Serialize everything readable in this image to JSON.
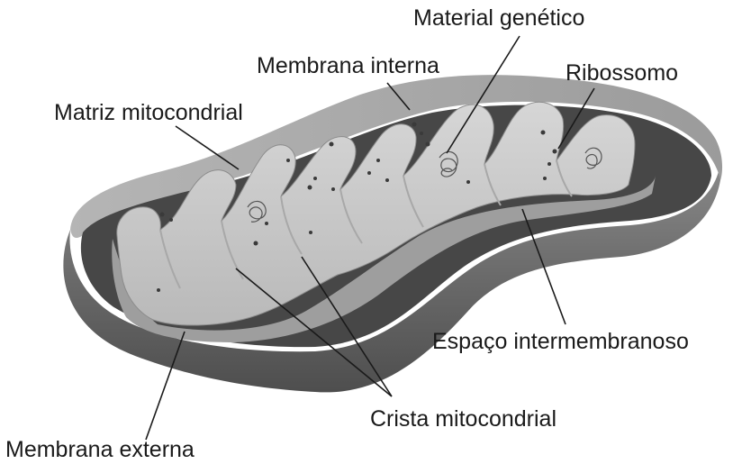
{
  "labels": {
    "material_genetico": "Material genético",
    "membrana_interna": "Membrana interna",
    "ribossomo": "Ribossomo",
    "matriz_mitocondrial": "Matriz mitocondrial",
    "espaco_intermembranoso": "Espaço intermembranoso",
    "crista_mitocondrial": "Crista mitocondrial",
    "membrana_externa": "Membrana externa"
  },
  "colors": {
    "outer_membrane": "#6e6e6e",
    "outer_rim": "#a9a9a9",
    "intermembrane_space": "#4a4a4a",
    "inner_membrane_wall": "#bdbdbd",
    "matrix": "#c8c8c8",
    "ribosome": "#3a3a3a",
    "text": "#1a1a1a"
  }
}
